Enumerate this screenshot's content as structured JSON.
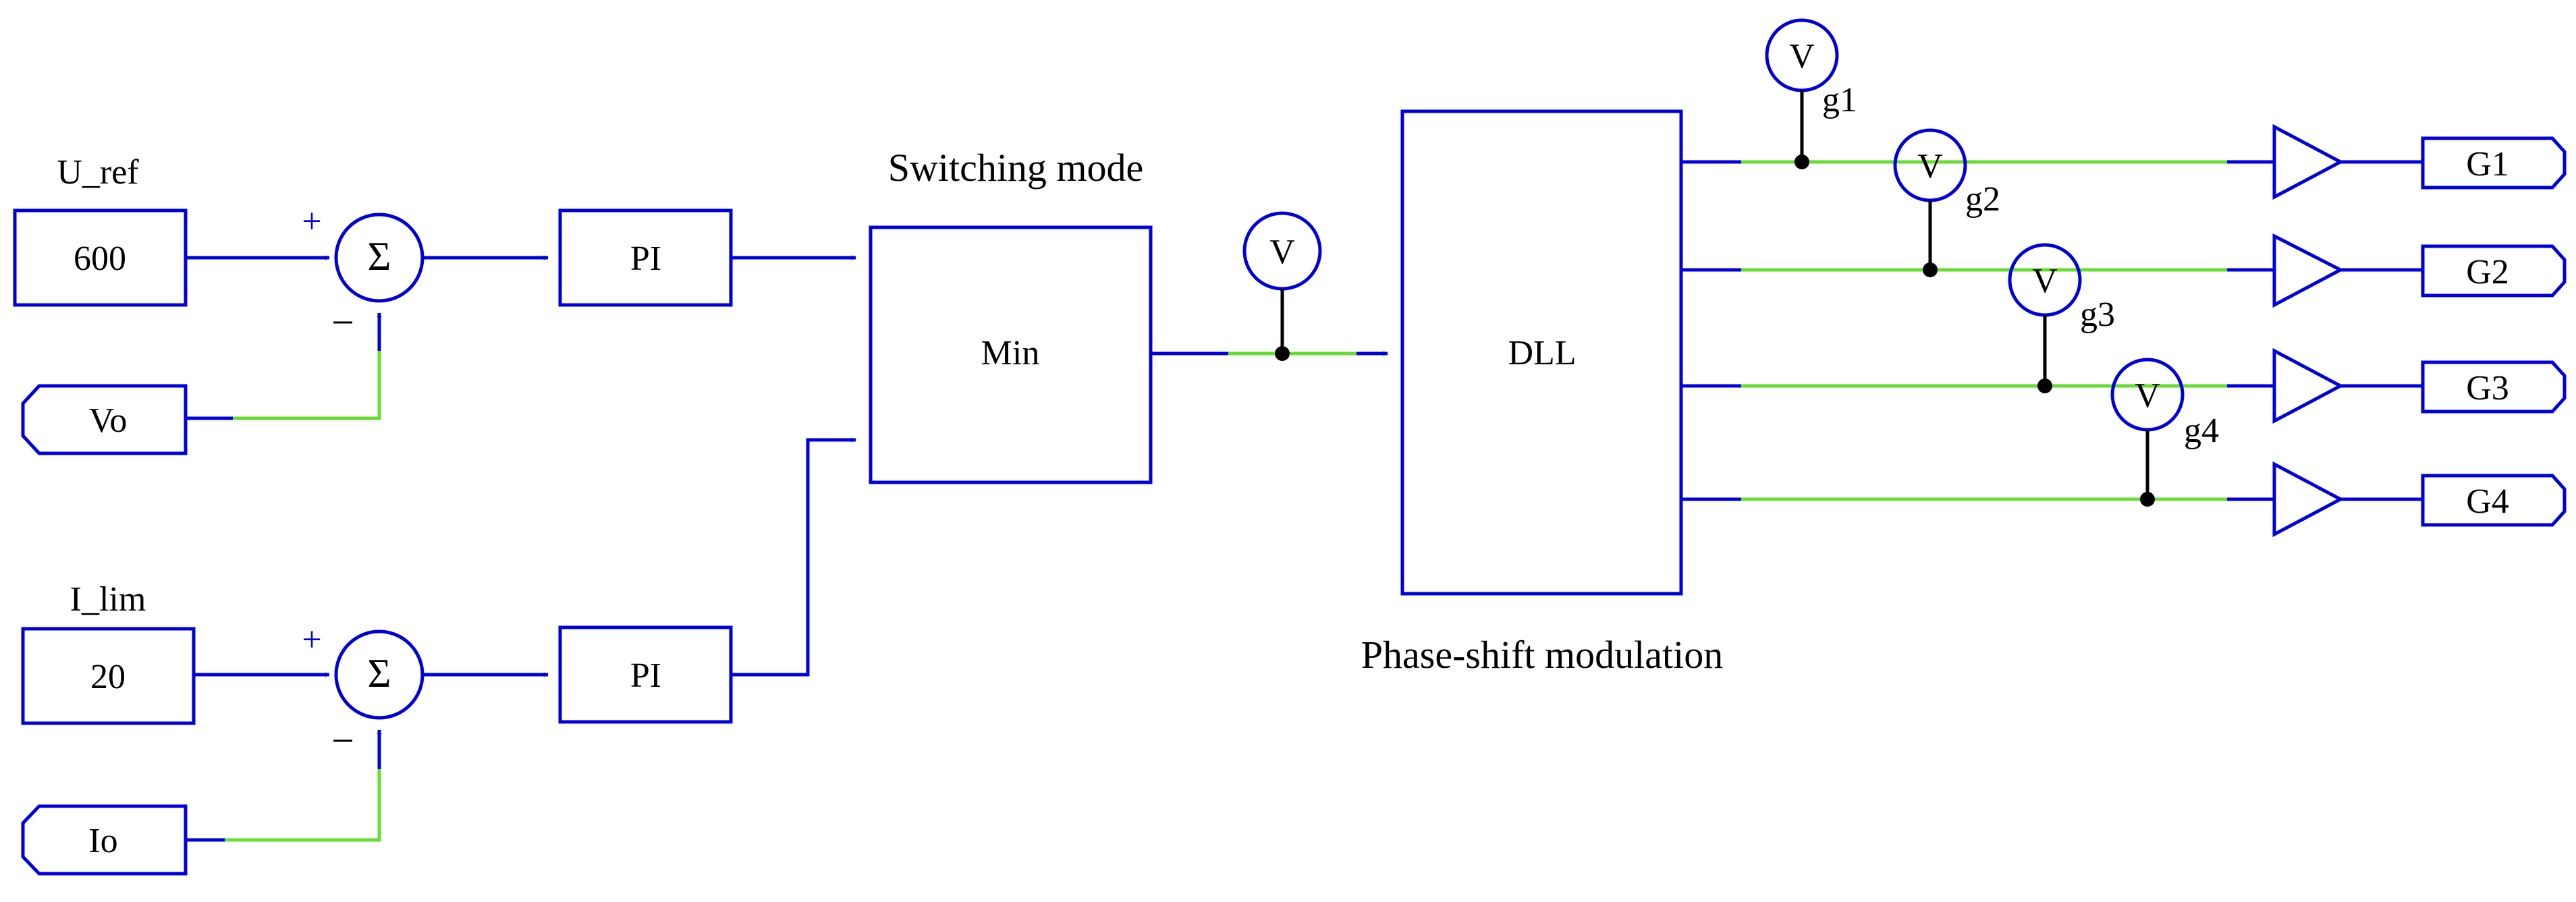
{
  "blocks": {
    "uref_label": "U_ref",
    "uref_value": "600",
    "ilim_label": "I_lim",
    "ilim_value": "20",
    "vo": "Vo",
    "io": "Io",
    "pi_top": "PI",
    "pi_bottom": "PI",
    "min": "Min",
    "dll": "DLL"
  },
  "annotations": {
    "switching_mode": "Switching mode",
    "phase_shift": "Phase-shift modulation"
  },
  "summers": {
    "symbol": "Σ",
    "plus": "+",
    "minus": "−"
  },
  "probes": {
    "v_label": "V",
    "mode_probe": "V",
    "gate_probes": [
      "g1",
      "g2",
      "g3",
      "g4"
    ]
  },
  "outputs": [
    "G1",
    "G2",
    "G3",
    "G4"
  ],
  "colors": {
    "block_wire": "#0000dd",
    "signal_wire": "#66dd33",
    "probe_junction": "#000000"
  }
}
